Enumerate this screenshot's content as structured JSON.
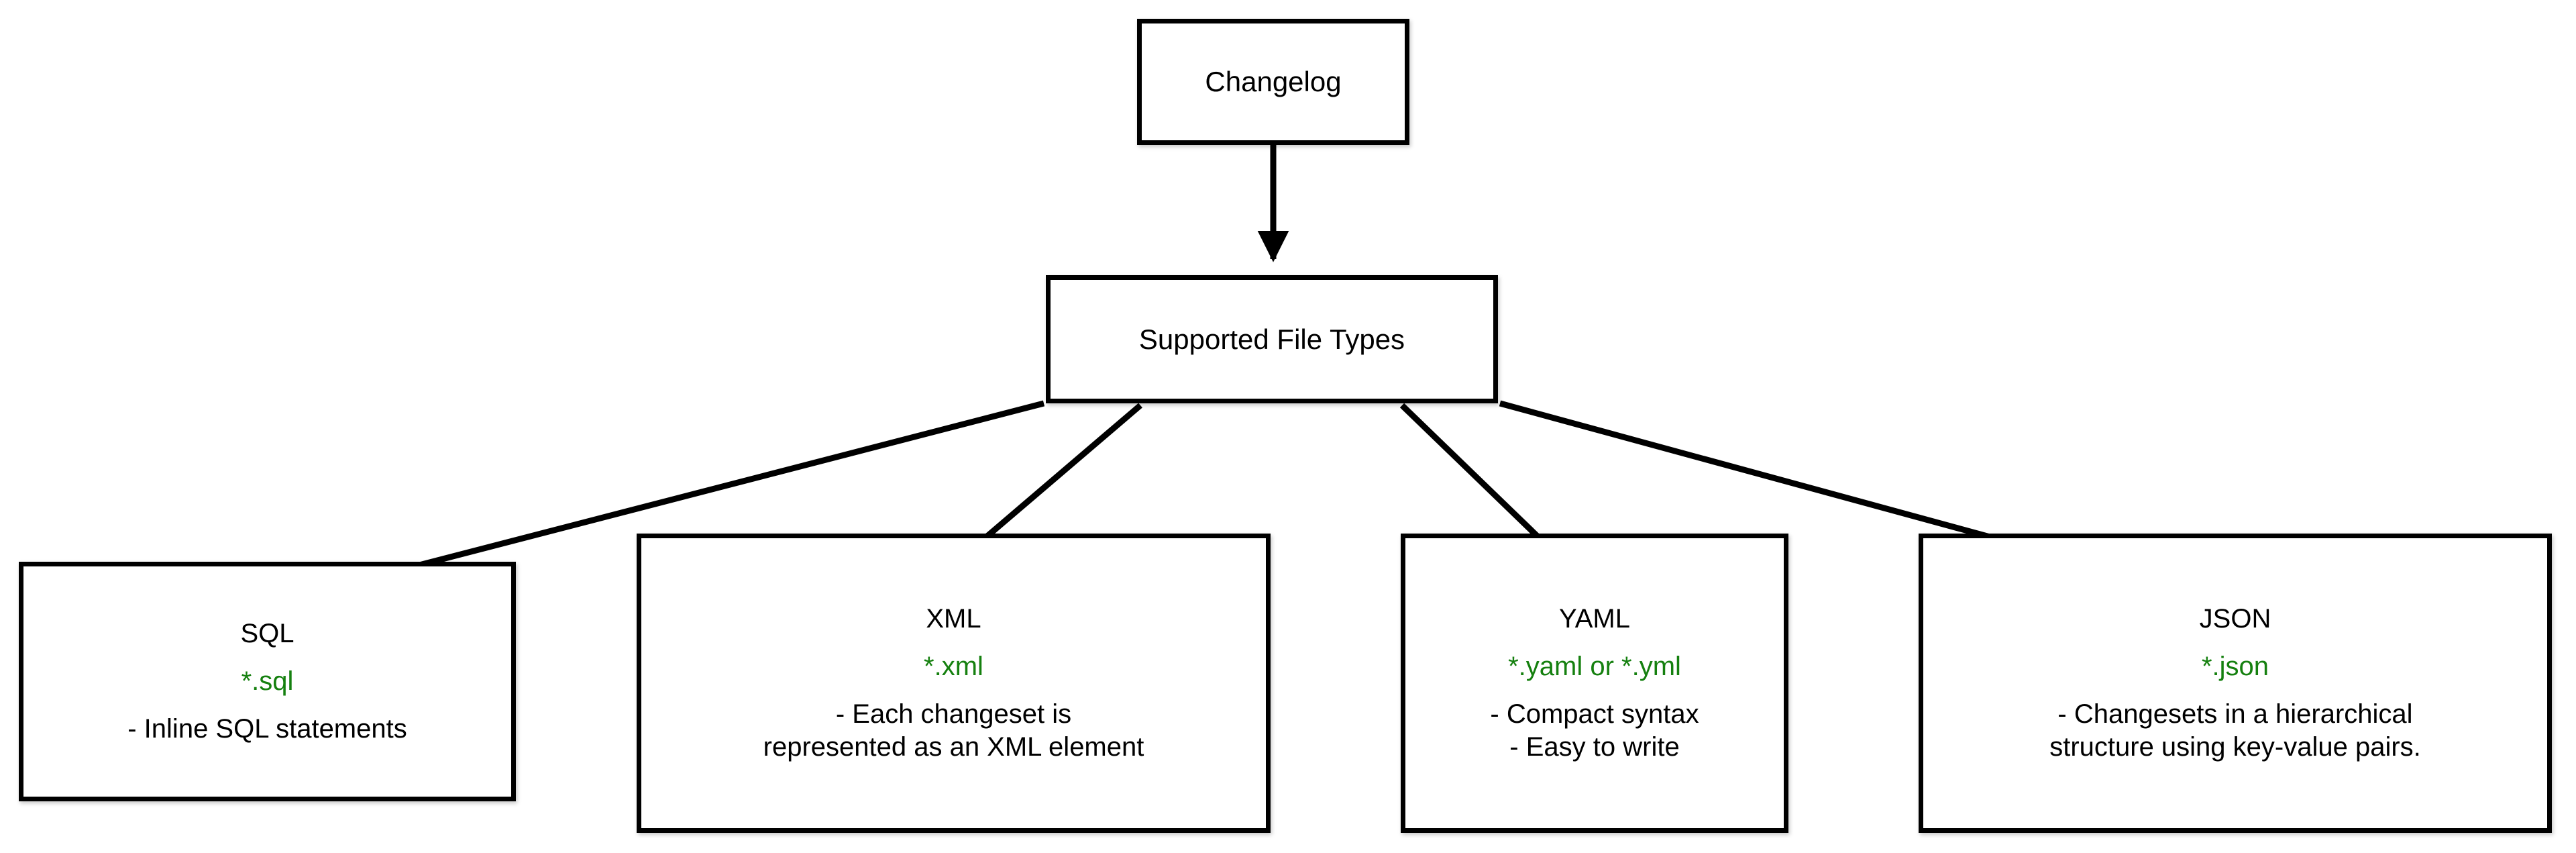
{
  "diagram": {
    "title": "Changelog Supported File Types",
    "background": "#ffffff",
    "accent_green": "#15800f",
    "line_color": "#000000"
  },
  "nodes": {
    "changelog": {
      "title": "Changelog"
    },
    "supported": {
      "title": "Supported File Types"
    },
    "sql": {
      "title": "SQL",
      "extension": "*.sql",
      "desc_line1": "- Inline SQL statements"
    },
    "xml": {
      "title": "XML",
      "extension": "*.xml",
      "desc_line1": "- Each changeset is",
      "desc_line2": "represented as an XML element"
    },
    "yaml": {
      "title": "YAML",
      "extension": "*.yaml or *.yml",
      "desc_line1": "- Compact syntax",
      "desc_line2": "- Easy to write"
    },
    "json": {
      "title": "JSON",
      "extension": "*.json",
      "desc_line1": "- Changesets in a hierarchical",
      "desc_line2": "structure using key-value pairs."
    }
  },
  "edges": [
    {
      "name": "changelog-to-supported",
      "from": "changelog",
      "to": "supported"
    },
    {
      "name": "supported-to-sql",
      "from": "supported",
      "to": "sql"
    },
    {
      "name": "supported-to-xml",
      "from": "supported",
      "to": "xml"
    },
    {
      "name": "supported-to-yaml",
      "from": "supported",
      "to": "yaml"
    },
    {
      "name": "supported-to-json",
      "from": "supported",
      "to": "json"
    }
  ]
}
